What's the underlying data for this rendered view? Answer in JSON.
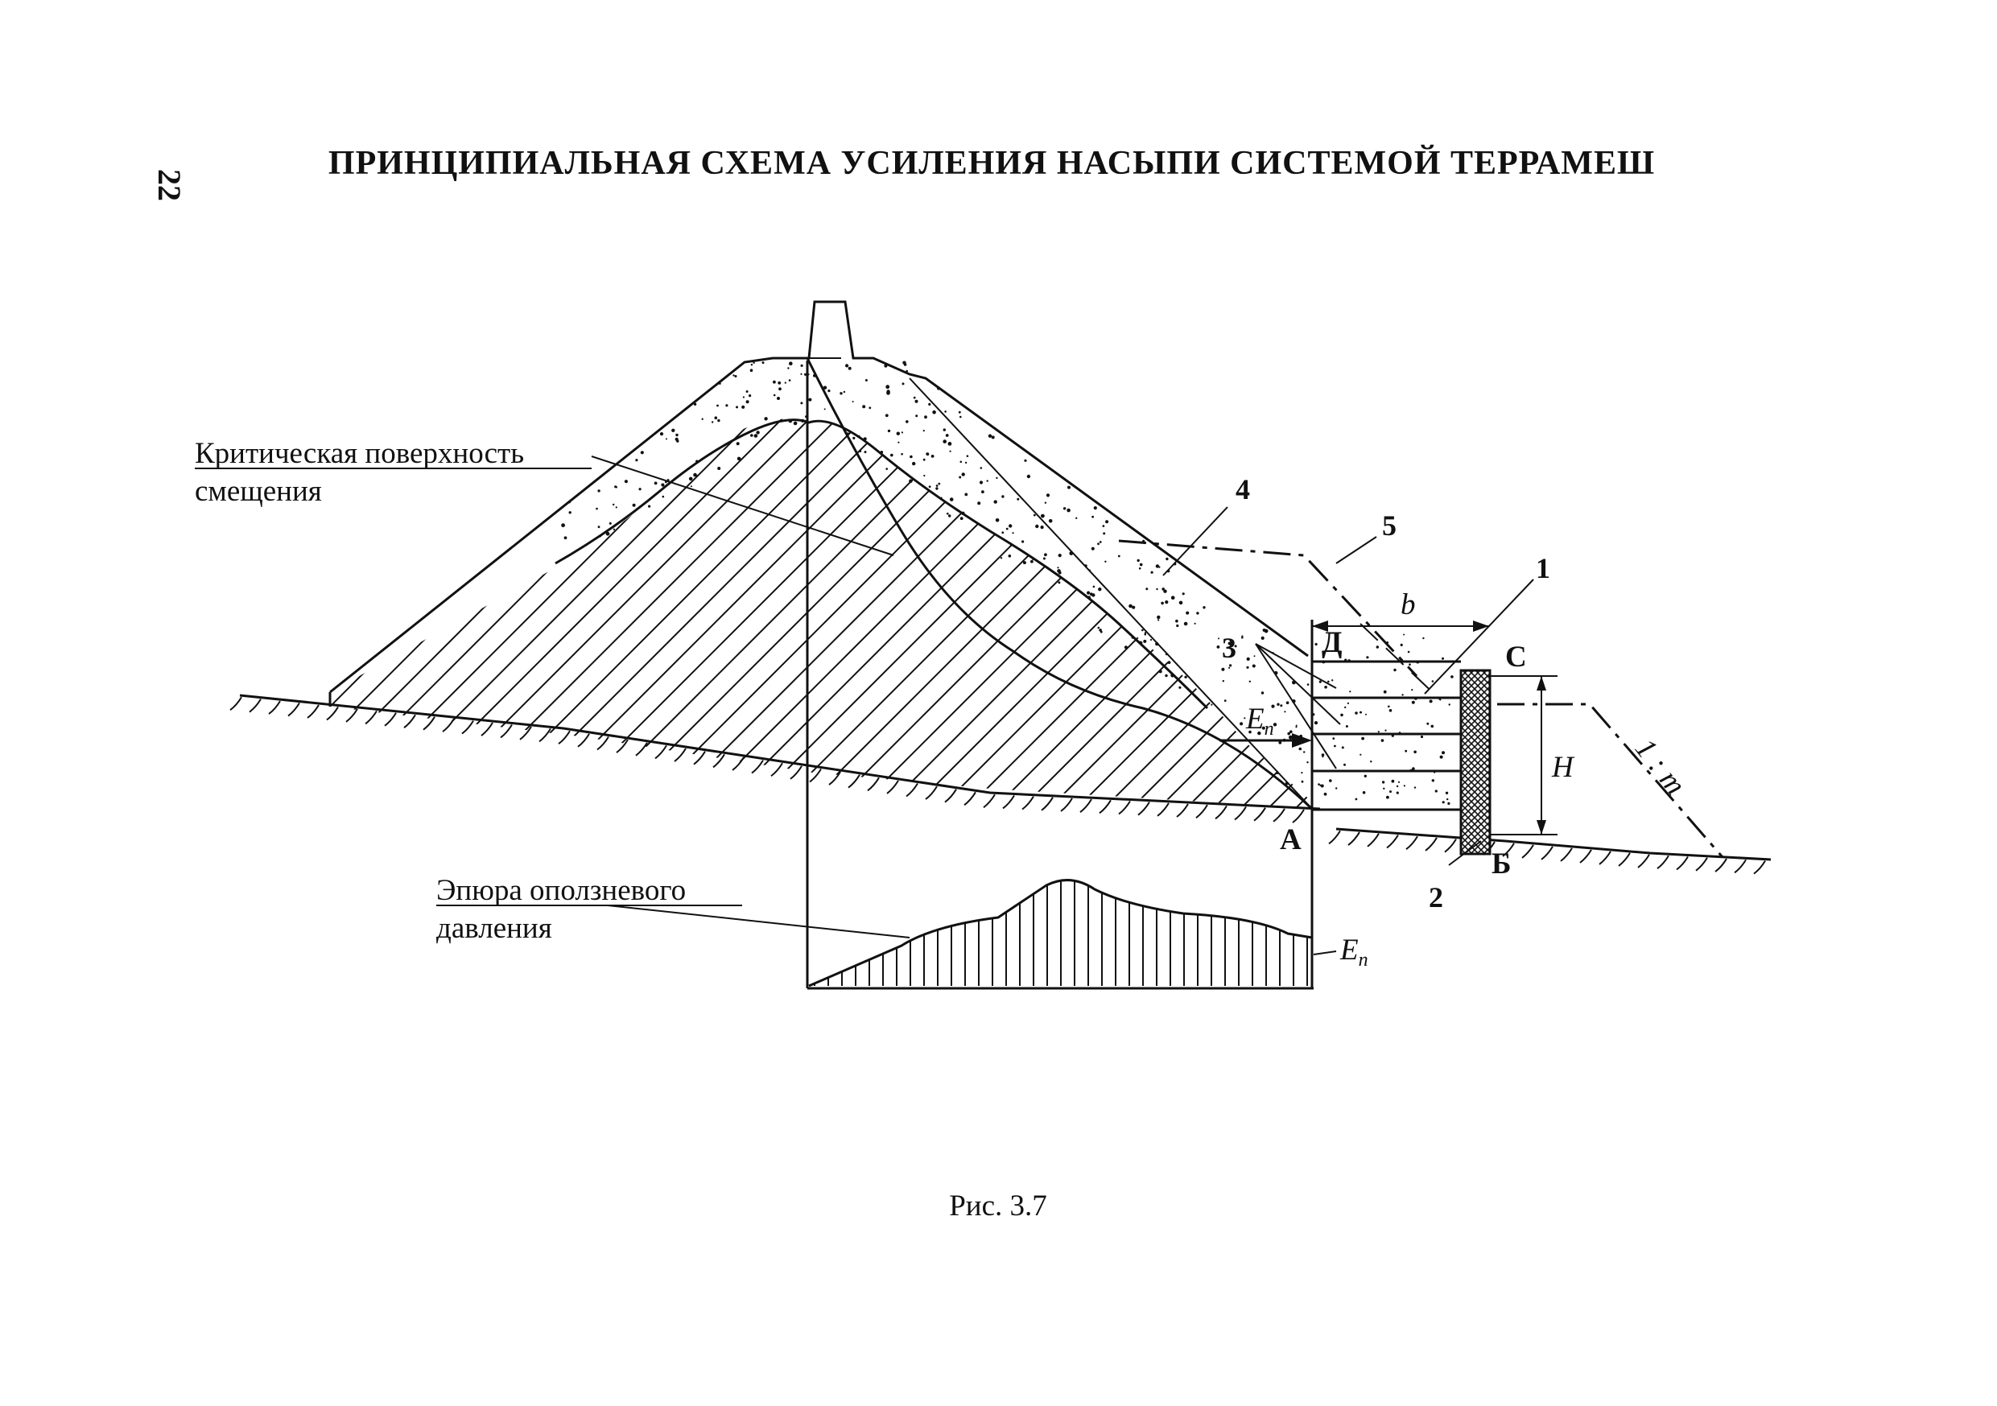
{
  "page": {
    "number": "22",
    "title": "ПРИНЦИПИАЛЬНАЯ СХЕМА УСИЛЕНИЯ НАСЫПИ СИСТЕМОЙ ТЕРРАМЕШ",
    "caption": "Рис. 3.7"
  },
  "labels": {
    "critical_line1": "Критическая поверхность",
    "critical_line2": "смещения",
    "epure_line1": "Эпюра оползневого",
    "epure_line2": "давления",
    "en_main": "E",
    "en_main_sub": "n",
    "en_epure": "E",
    "en_epure_sub": "n",
    "point_a": "А",
    "point_b": "Б",
    "point_c": "С",
    "point_d": "Д",
    "dim_b": "b",
    "dim_h": "H",
    "slope": "1 : m",
    "n1": "1",
    "n2": "2",
    "n3": "3",
    "n4": "4",
    "n5": "5"
  },
  "colors": {
    "ink": "#111111",
    "paper": "#ffffff"
  }
}
